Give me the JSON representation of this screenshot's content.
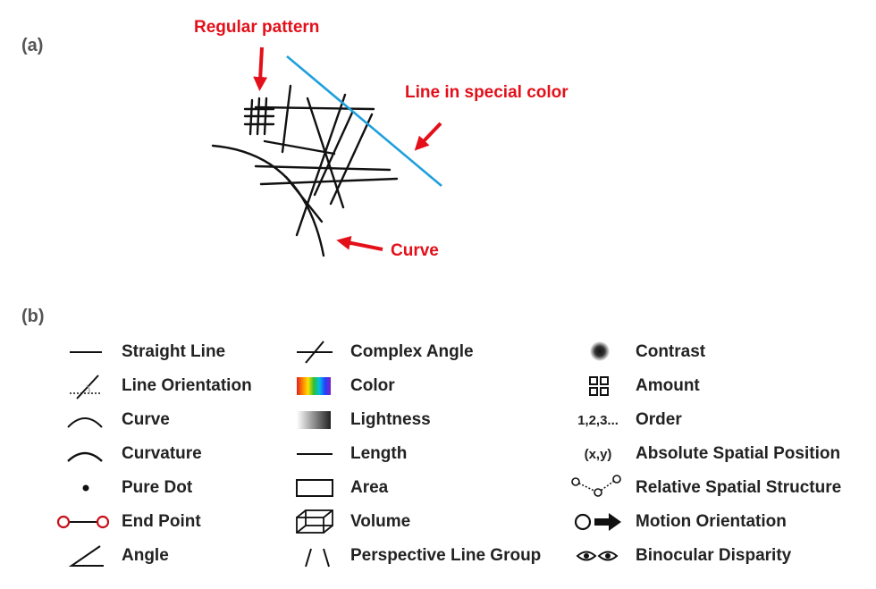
{
  "panel_a": {
    "label": "(a)",
    "annotations": {
      "regular_pattern": "Regular pattern",
      "special_color": "Line in special color",
      "curve": "Curve"
    },
    "colors": {
      "annotation": "#e3101a",
      "special_line": "#1fa0dc",
      "lines": "#111111"
    }
  },
  "panel_b": {
    "label": "(b)",
    "legend_col1": [
      {
        "icon": "straight-line-icon",
        "label": "Straight Line"
      },
      {
        "icon": "line-orientation-icon",
        "label": "Line Orientation"
      },
      {
        "icon": "curve-icon",
        "label": "Curve"
      },
      {
        "icon": "curvature-icon",
        "label": "Curvature"
      },
      {
        "icon": "pure-dot-icon",
        "label": "Pure Dot"
      },
      {
        "icon": "end-point-icon",
        "label": "End Point"
      },
      {
        "icon": "angle-icon",
        "label": "Angle"
      }
    ],
    "legend_col2": [
      {
        "icon": "complex-angle-icon",
        "label": "Complex Angle"
      },
      {
        "icon": "color-spectrum-icon",
        "label": "Color"
      },
      {
        "icon": "lightness-gradient-icon",
        "label": "Lightness"
      },
      {
        "icon": "length-icon",
        "label": "Length"
      },
      {
        "icon": "area-icon",
        "label": "Area"
      },
      {
        "icon": "volume-icon",
        "label": "Volume"
      },
      {
        "icon": "perspective-lines-icon",
        "label": "Perspective Line Group"
      }
    ],
    "legend_col3": [
      {
        "icon": "contrast-icon",
        "label": "Contrast"
      },
      {
        "icon": "amount-icon",
        "label": "Amount"
      },
      {
        "icon": "order-icon",
        "label": "Order",
        "icon_text": "1,2,3..."
      },
      {
        "icon": "position-icon",
        "label": "Absolute Spatial Position",
        "icon_text": "(x,y)"
      },
      {
        "icon": "relative-structure-icon",
        "label": "Relative Spatial Structure"
      },
      {
        "icon": "motion-orientation-icon",
        "label": "Motion Orientation"
      },
      {
        "icon": "binocular-disparity-icon",
        "label": "Binocular Disparity"
      }
    ]
  }
}
